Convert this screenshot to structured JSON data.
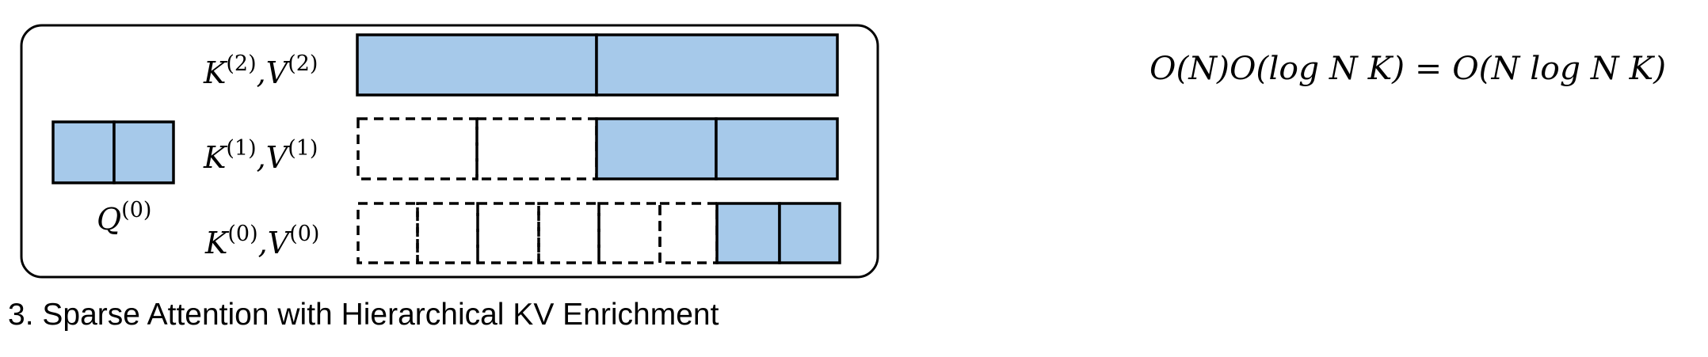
{
  "diagram": {
    "fill_color": "#a6c9ea",
    "stroke_color": "#000000",
    "levels": [
      {
        "label_main": "K",
        "sup": "(2)",
        "label_main2": "V",
        "sup2": "(2)",
        "empty_blocks": 0,
        "filled_blocks": 2
      },
      {
        "label_main": "K",
        "sup": "(1)",
        "label_main2": "V",
        "sup2": "(1)",
        "empty_blocks": 2,
        "filled_blocks": 2
      },
      {
        "label_main": "K",
        "sup": "(0)",
        "label_main2": "V",
        "sup2": "(0)",
        "empty_blocks": 6,
        "filled_blocks": 2
      }
    ],
    "query": {
      "label_main": "Q",
      "sup": "(0)",
      "blocks": 2
    },
    "caption": "3. Sparse Attention with Hierarchical KV Enrichment"
  },
  "formula": "O(N)O(log N K) = O(N log N K)"
}
